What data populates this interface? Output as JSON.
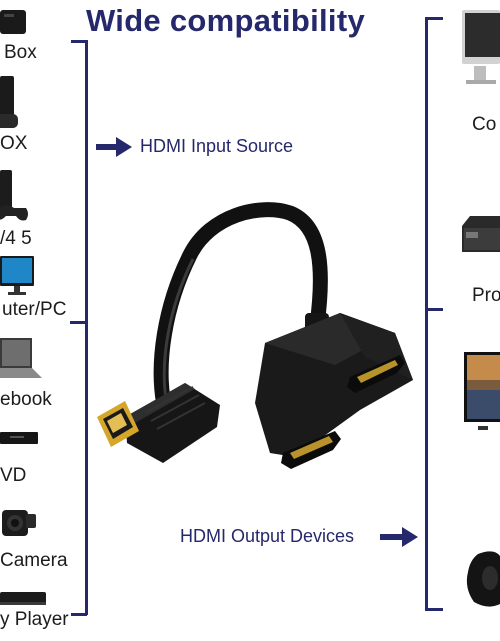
{
  "title": "Wide compatibility",
  "left_devices": [
    {
      "label": "Box",
      "icon": "tv-box-icon"
    },
    {
      "label": "OX",
      "icon": "xbox-console-icon"
    },
    {
      "label": "/4 5",
      "icon": "playstation-console-icon"
    },
    {
      "label": "uter/PC",
      "icon": "desktop-computer-icon"
    },
    {
      "label": "ebook",
      "icon": "laptop-icon"
    },
    {
      "label": "VD",
      "icon": "dvd-player-icon"
    },
    {
      "label": "Camera",
      "icon": "video-camera-icon"
    },
    {
      "label": "y Player",
      "icon": "blu-ray-player-icon"
    }
  ],
  "right_devices": [
    {
      "label": "Co",
      "icon": "computer-monitor-icon"
    },
    {
      "label": "Pro",
      "icon": "projector-icon"
    },
    {
      "label": "",
      "icon": "television-icon"
    },
    {
      "label": "",
      "icon": "game-controller-icon"
    }
  ],
  "input_label": "HDMI Input Source",
  "output_label": "HDMI Output Devices",
  "product_icon": "hdmi-splitter-cable-icon",
  "colors": {
    "accent": "#25286a",
    "cable": "#141414",
    "connector": "#d4a62a"
  }
}
